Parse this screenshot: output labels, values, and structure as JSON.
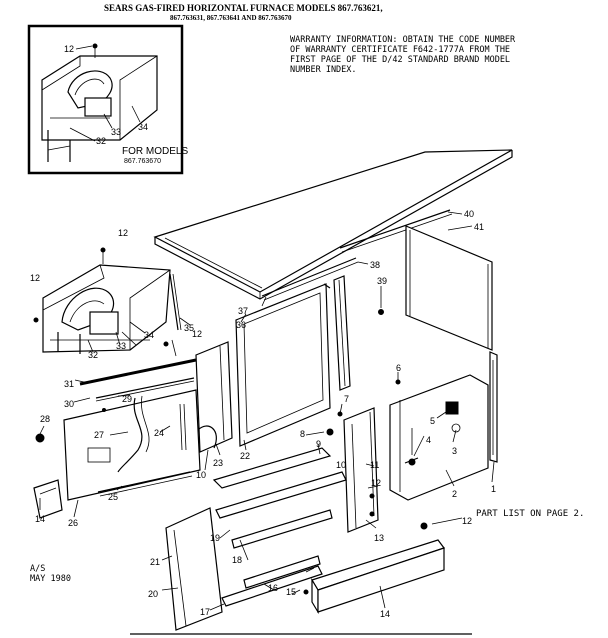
{
  "header": {
    "title": "SEARS GAS-FIRED HORIZONTAL FURNACE MODELS 867.763621,",
    "models": "867.763631, 867.763641 AND 867.763670"
  },
  "warranty_note": [
    "WARRANTY INFORMATION:  OBTAIN THE CODE NUMBER",
    "OF WARRANTY CERTIFICATE F642-1777A FROM THE",
    "FIRST PAGE OF THE D/42 STANDARD BRAND MODEL",
    "NUMBER INDEX."
  ],
  "inset": {
    "caption_line1": "FOR MODELS",
    "caption_line2": "867.763670",
    "labels": [
      "12",
      "32",
      "33",
      "34"
    ]
  },
  "part_list_note": "PART LIST ON PAGE 2.",
  "footer": {
    "line1": "A/S",
    "line2": "MAY 1980"
  },
  "callouts": {
    "c1": "1",
    "c2": "2",
    "c3": "3",
    "c4": "4",
    "c5": "5",
    "c6": "6",
    "c7": "7",
    "c8": "8",
    "c9": "9",
    "c10a": "10",
    "c10b": "10",
    "c11": "11",
    "c12a": "12",
    "c12b": "12",
    "c12c": "12",
    "c12d": "12",
    "c12e": "12",
    "c13": "13",
    "c14a": "14",
    "c14b": "14",
    "c15": "15",
    "c16": "16",
    "c17": "17",
    "c18": "18",
    "c19": "19",
    "c20": "20",
    "c21": "21",
    "c22": "22",
    "c23": "23",
    "c24": "24",
    "c25": "25",
    "c26": "26",
    "c27": "27",
    "c28": "28",
    "c29": "29",
    "c30": "30",
    "c31": "31",
    "c32": "32",
    "c33": "33",
    "c34": "34",
    "c35": "35",
    "c36": "36",
    "c37": "37",
    "c38": "38",
    "c39": "39",
    "c40": "40",
    "c41": "41"
  }
}
